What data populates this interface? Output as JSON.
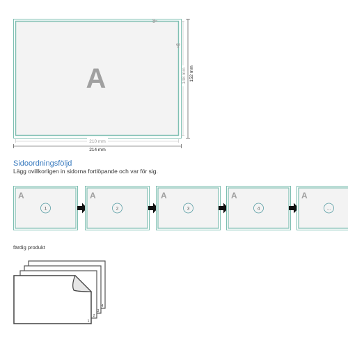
{
  "main_sheet": {
    "letter": "A",
    "inner_width": "210 mm",
    "outer_width": "214 mm",
    "inner_height": "148 mm",
    "outer_height": "152 mm"
  },
  "page_order": {
    "title": "Sidoordningsföljd",
    "description": "Lägg ovillkorligen in sidorna fortlöpande och var för sig.",
    "pages": [
      {
        "letter": "A",
        "number": "1"
      },
      {
        "letter": "A",
        "number": "2"
      },
      {
        "letter": "A",
        "number": "3"
      },
      {
        "letter": "A",
        "number": "4"
      },
      {
        "letter": "A",
        "number": "..."
      }
    ]
  },
  "final_product": {
    "label": "färdig produkt",
    "stack_numbers": [
      "1",
      "2",
      "3",
      "4"
    ]
  },
  "colors": {
    "trim_border": "#7fbfb2",
    "sheet_fill": "#f3f3f3",
    "letter": "#a0a0a0",
    "title_blue": "#3a7bbf",
    "circle_teal": "#5a9ea5",
    "arrow": "#111111"
  }
}
